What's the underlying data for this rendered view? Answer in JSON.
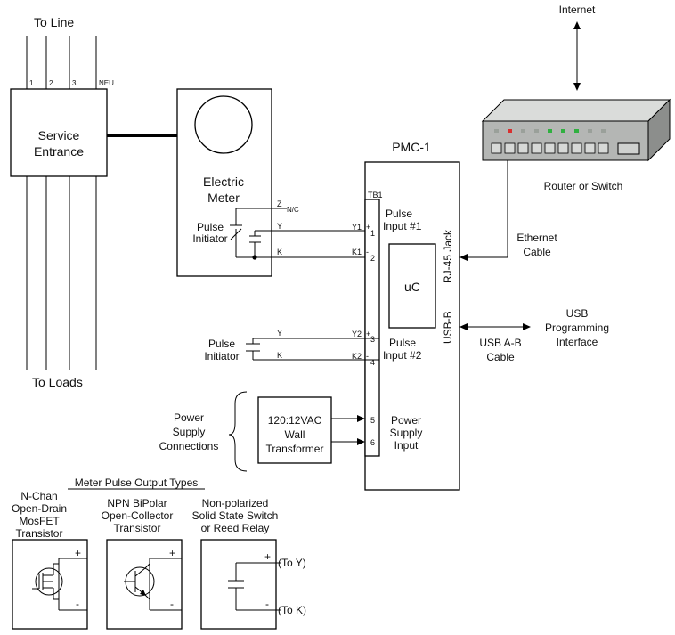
{
  "line": {
    "top_label": "To Line",
    "bottom_label": "To Loads",
    "phases": [
      "1",
      "2",
      "3",
      "NEU"
    ]
  },
  "service": {
    "line1": "Service",
    "line2": "Entrance"
  },
  "meter": {
    "line1": "Electric",
    "line2": "Meter",
    "pulse_line1": "Pulse",
    "pulse_line2": "Initiator",
    "z": "Z",
    "nc": "N/C",
    "y": "Y",
    "k": "K"
  },
  "pmc": {
    "title": "PMC-1",
    "tb": "TB1",
    "uc": "uC",
    "rj45": "RJ-45 Jack",
    "usbb": "USB-B",
    "pulse1_line1": "Pulse",
    "pulse1_line2": "Input #1",
    "pulse2_line1": "Pulse",
    "pulse2_line2": "Input #2",
    "power_line1": "Power",
    "power_line2": "Supply",
    "power_line3": "Input",
    "terminals": [
      {
        "pin": "1",
        "name": "Y1",
        "sign": "+"
      },
      {
        "pin": "2",
        "name": "K1",
        "sign": "-"
      },
      {
        "pin": "3",
        "name": "Y2",
        "sign": "+"
      },
      {
        "pin": "4",
        "name": "K2",
        "sign": "-"
      },
      {
        "pin": "5",
        "name": "",
        "sign": ""
      },
      {
        "pin": "6",
        "name": "",
        "sign": ""
      }
    ]
  },
  "initiator2": {
    "line1": "Pulse",
    "line2": "Initiator",
    "y": "Y",
    "k": "K"
  },
  "power": {
    "brace_line1": "Power",
    "brace_line2": "Supply",
    "brace_line3": "Connections",
    "xfmr_line1": "120:12VAC",
    "xfmr_line2": "Wall",
    "xfmr_line3": "Transformer"
  },
  "network": {
    "internet": "Internet",
    "router": "Router or Switch",
    "eth_line1": "Ethernet",
    "eth_line2": "Cable",
    "usb_line1": "USB",
    "usb_line2": "Programming",
    "usb_line3": "Interface",
    "usbcable_line1": "USB A-B",
    "usbcable_line2": "Cable",
    "led_colors": [
      "#9aa09a",
      "#d83030",
      "#9aa09a",
      "#9aa09a",
      "#30b040",
      "#30b040",
      "#30b040",
      "#9aa09a",
      "#9aa09a"
    ]
  },
  "types": {
    "title": "Meter Pulse Output Types",
    "items": [
      {
        "lines": [
          "N-Chan",
          "Open-Drain",
          "MosFET",
          "Transistor"
        ]
      },
      {
        "lines": [
          "NPN BiPolar",
          "Open-Collector",
          "Transistor"
        ]
      },
      {
        "lines": [
          "Non-polarized",
          "Solid State Switch",
          "or Reed Relay"
        ]
      }
    ],
    "plus": "+",
    "minus": "-",
    "to_y": "(To Y)",
    "to_k": "(To K)"
  }
}
